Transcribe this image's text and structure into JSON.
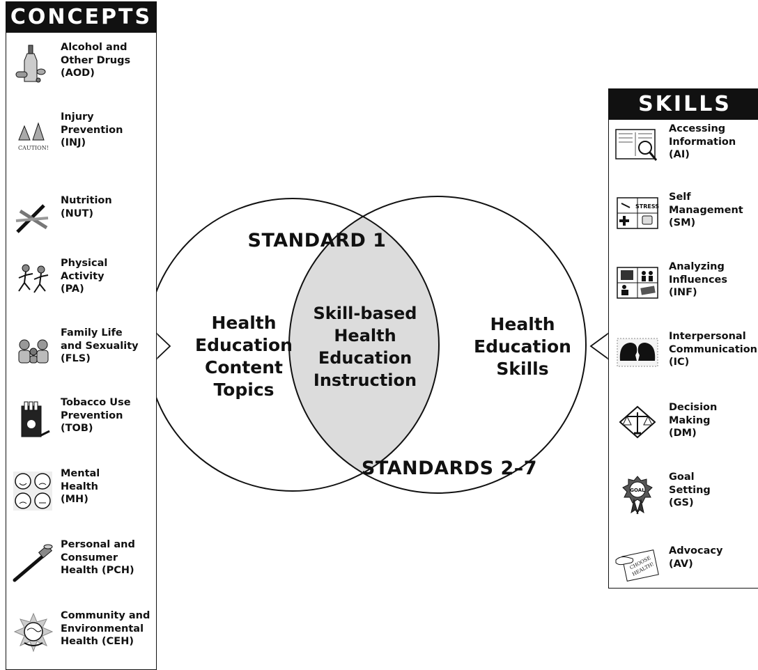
{
  "concepts": {
    "header": "CONCEPTS",
    "items": [
      {
        "label": "Alcohol and\nOther Drugs\n(AOD)",
        "icon": "bottle-pills-icon"
      },
      {
        "label": "Injury\nPrevention\n(INJ)",
        "icon": "caution-cones-icon",
        "icon_text": "CAUTION!"
      },
      {
        "label": "Nutrition\n(NUT)",
        "icon": "utensils-icon"
      },
      {
        "label": "Physical\nActivity\n(PA)",
        "icon": "runners-icon"
      },
      {
        "label": "Family Life\nand Sexuality\n(FLS)",
        "icon": "family-icon"
      },
      {
        "label": "Tobacco Use\nPrevention\n(TOB)",
        "icon": "cigarette-pack-icon"
      },
      {
        "label": "Mental\nHealth\n(MH)",
        "icon": "faces-icon"
      },
      {
        "label": "Personal and\nConsumer\nHealth (PCH)",
        "icon": "toothbrush-icon"
      },
      {
        "label": "Community and\nEnvironmental\nHealth (CEH)",
        "icon": "globe-hand-icon"
      }
    ]
  },
  "skills": {
    "header": "SKILLS",
    "items": [
      {
        "label": "Accessing\nInformation\n(AI)",
        "icon": "book-magnifier-icon"
      },
      {
        "label": "Self\nManagement\n(SM)",
        "icon": "stress-grid-icon",
        "icon_text": "STRESS"
      },
      {
        "label": "Analyzing\nInfluences\n(INF)",
        "icon": "media-influences-icon"
      },
      {
        "label": "Interpersonal\nCommunication\n(IC)",
        "icon": "talking-heads-icon"
      },
      {
        "label": "Decision\nMaking\n(DM)",
        "icon": "scales-icon"
      },
      {
        "label": "Goal\nSetting\n(GS)",
        "icon": "goal-ribbon-icon",
        "icon_text": "GOAL"
      },
      {
        "label": "Advocacy\n(AV)",
        "icon": "choose-health-sign-icon",
        "icon_text": "CHOOSE HEALTH!"
      }
    ]
  },
  "venn": {
    "standard1": "STANDARD 1",
    "standards2_7": "STANDARDS 2–7",
    "left": "Health\nEducation\nContent\nTopics",
    "center": "Skill-based\nHealth\nEducation\nInstruction",
    "right": "Health\nEducation\nSkills"
  },
  "colors": {
    "overlap_fill": "#dcdcdc",
    "ink": "#111111",
    "header_bg": "#111111"
  }
}
